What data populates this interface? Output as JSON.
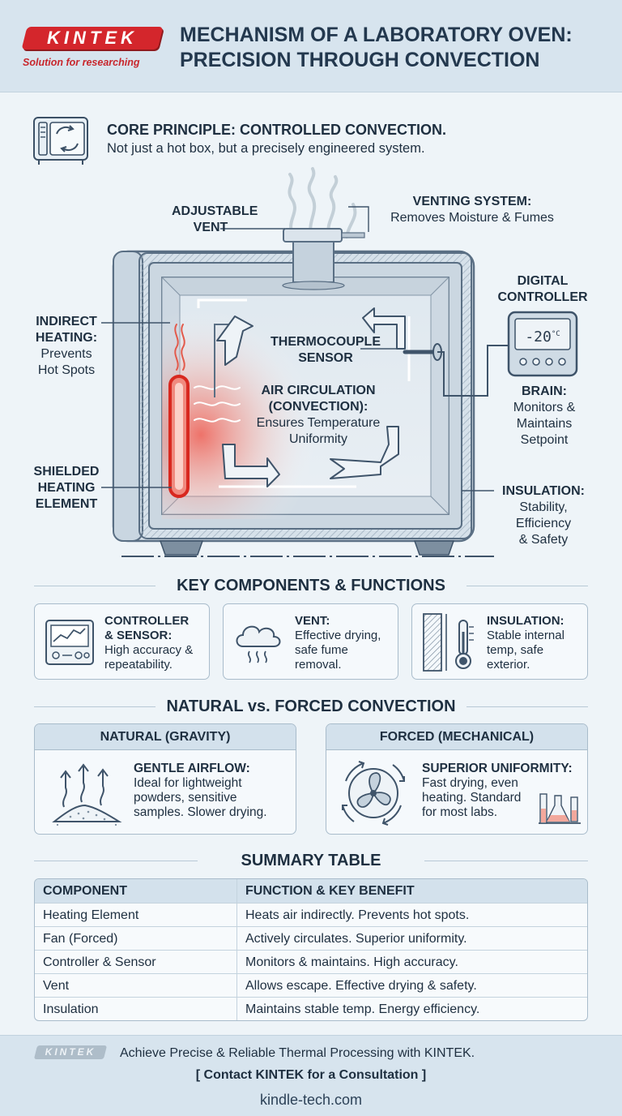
{
  "header": {
    "logo_text": "KINTEK",
    "logo_tagline": "Solution for researching",
    "title": "MECHANISM OF A LABORATORY OVEN:\nPRECISION THROUGH CONVECTION"
  },
  "core": {
    "title": "CORE PRINCIPLE: CONTROLLED CONVECTION.",
    "subtitle": "Not just a hot box, but a precisely engineered system."
  },
  "diagram": {
    "adjustable_vent": "ADJUSTABLE\nVENT",
    "venting_title": "VENTING SYSTEM:",
    "venting_desc": "Removes Moisture & Fumes",
    "digital_controller": "DIGITAL\nCONTROLLER",
    "controller_reading": "-20",
    "controller_unit": "°C",
    "indirect_title": "INDIRECT\nHEATING:",
    "indirect_desc": "Prevents\nHot Spots",
    "thermocouple": "THERMOCOUPLE\nSENSOR",
    "brain_title": "BRAIN:",
    "brain_desc": "Monitors &\nMaintains\nSetpoint",
    "air_title": "AIR CIRCULATION\n(CONVECTION):",
    "air_desc": "Ensures Temperature\nUniformity",
    "shielded": "SHIELDED\nHEATING\nELEMENT",
    "insulation_title": "INSULATION:",
    "insulation_desc": "Stability,\nEfficiency\n& Safety"
  },
  "components": {
    "heading": "KEY COMPONENTS & FUNCTIONS",
    "cards": [
      {
        "title": "CONTROLLER\n& SENSOR:",
        "desc": "High accuracy &\nrepeatability.",
        "icon": "controller-icon"
      },
      {
        "title": "VENT:",
        "desc": "Effective drying,\nsafe fume\nremoval.",
        "icon": "cloud-vent-icon"
      },
      {
        "title": "INSULATION:",
        "desc": "Stable internal\ntemp, safe\nexterior.",
        "icon": "thermometer-insulation-icon"
      }
    ]
  },
  "convection": {
    "heading": "NATURAL vs. FORCED CONVECTION",
    "natural": {
      "head": "NATURAL (GRAVITY)",
      "title": "GENTLE AIRFLOW:",
      "desc": "Ideal for lightweight\npowders, sensitive\nsamples. Slower drying."
    },
    "forced": {
      "head": "FORCED (MECHANICAL)",
      "title": "SUPERIOR UNIFORMITY:",
      "desc": "Fast drying, even\nheating. Standard\nfor most labs."
    }
  },
  "summary": {
    "heading": "SUMMARY TABLE",
    "columns": [
      "COMPONENT",
      "FUNCTION & KEY BENEFIT"
    ],
    "rows": [
      [
        "Heating Element",
        "Heats air indirectly. Prevents hot spots."
      ],
      [
        "Fan (Forced)",
        "Actively circulates. Superior uniformity."
      ],
      [
        "Controller & Sensor",
        "Monitors & maintains. High accuracy."
      ],
      [
        "Vent",
        "Allows escape. Effective drying & safety."
      ],
      [
        "Insulation",
        "Maintains stable temp. Energy efficiency."
      ]
    ]
  },
  "footer": {
    "logo_text": "KINTEK",
    "line1": "Achieve Precise & Reliable Thermal Processing with KINTEK.",
    "line2": "[ Contact KINTEK for a Consultation ]",
    "line3": "kindle-tech.com"
  },
  "colors": {
    "brand_red": "#d4262c",
    "heat_red": "#e8302e",
    "text_dark": "#1e2f40",
    "panel_blue": "#d3e1ec"
  }
}
